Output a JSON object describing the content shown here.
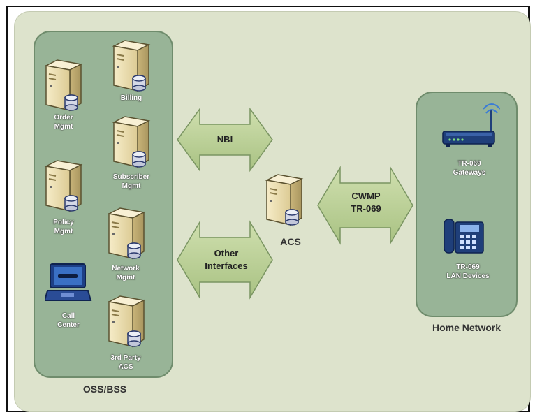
{
  "oss_bss": {
    "title": "OSS/BSS",
    "systems": [
      {
        "line1": "Billing",
        "line2": ""
      },
      {
        "line1": "Order",
        "line2": "Mgmt"
      },
      {
        "line1": "Subscriber",
        "line2": "Mgmt"
      },
      {
        "line1": "Policy",
        "line2": "Mgmt"
      },
      {
        "line1": "Network",
        "line2": "Mgmt"
      },
      {
        "line1": "Call",
        "line2": "Center"
      },
      {
        "line1": "3rd Party",
        "line2": "ACS"
      }
    ]
  },
  "interfaces": {
    "nbi": "NBI",
    "other_line1": "Other",
    "other_line2": "Interfaces",
    "cwmp_line1": "CWMP",
    "cwmp_line2": "TR-069"
  },
  "acs": {
    "label": "ACS"
  },
  "home_network": {
    "title": "Home Network",
    "devices": [
      {
        "line1": "TR-069",
        "line2": "Gateways"
      },
      {
        "line1": "TR-069",
        "line2": "LAN Devices"
      }
    ]
  },
  "colors": {
    "background": "#dde3cc",
    "panel": "#98b497",
    "arrow": "#b7cd93",
    "server_body": "#efe3b8",
    "device_blue": "#1f3f7a"
  }
}
